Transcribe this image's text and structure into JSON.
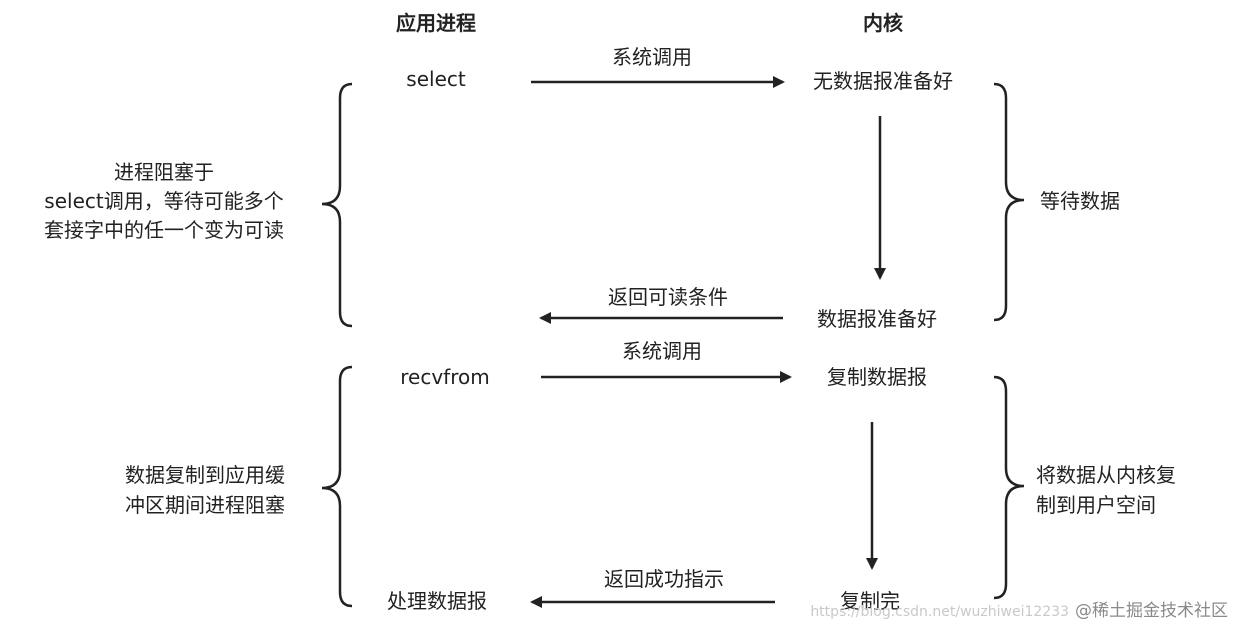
{
  "headers": {
    "app": "应用进程",
    "kernel": "内核"
  },
  "phase1": {
    "app_call": "select",
    "call_label": "系统调用",
    "kernel_state_start": "无数据报准备好",
    "kernel_state_end": "数据报准备好",
    "return_label": "返回可读条件",
    "app_note": [
      "进程阻塞于",
      "select调用，等待可能多个",
      "套接字中的任一个变为可读"
    ],
    "kernel_note": "等待数据"
  },
  "phase2": {
    "app_call": "recvfrom",
    "call_label": "系统调用",
    "kernel_state_start": "复制数据报",
    "kernel_state_end": "复制完",
    "return_label": "返回成功指示",
    "app_result": "处理数据报",
    "app_note": [
      "数据复制到应用缓",
      "冲区期间进程阻塞"
    ],
    "kernel_note": [
      "将数据从内核复",
      "制到用户空间"
    ]
  },
  "watermark": {
    "url": "https://blog.csdn.net/wuzhiwei12233",
    "text": "@稀土掘金技术社区"
  }
}
